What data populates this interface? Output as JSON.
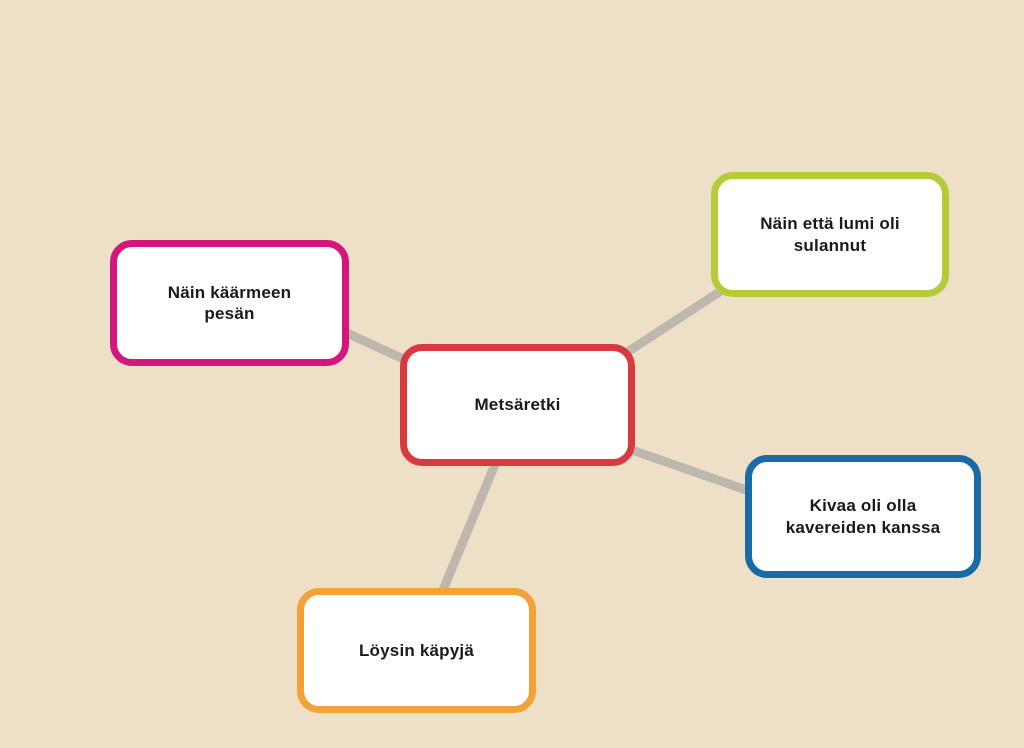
{
  "canvas": {
    "background_color": "#eee0c6",
    "edge_color": "#bdb7ad"
  },
  "diagram": {
    "type": "mind-map",
    "center_node": "Metsäretki",
    "nodes": [
      {
        "id": "center",
        "label": "Metsäretki",
        "border_color": "#d93a41"
      },
      {
        "id": "snake",
        "label": "Näin käärmeen pesän",
        "border_color": "#d4177e"
      },
      {
        "id": "snow",
        "label": "Näin että lumi oli sulannut",
        "border_color": "#b5cc38"
      },
      {
        "id": "friends",
        "label": "Kivaa oli olla kavereiden kanssa",
        "border_color": "#1a6aa5"
      },
      {
        "id": "cones",
        "label": "Löysin käpyjä",
        "border_color": "#f2a237"
      }
    ],
    "edges": [
      {
        "from": "center",
        "to": "snake"
      },
      {
        "from": "center",
        "to": "snow"
      },
      {
        "from": "center",
        "to": "friends"
      },
      {
        "from": "center",
        "to": "cones"
      }
    ]
  }
}
